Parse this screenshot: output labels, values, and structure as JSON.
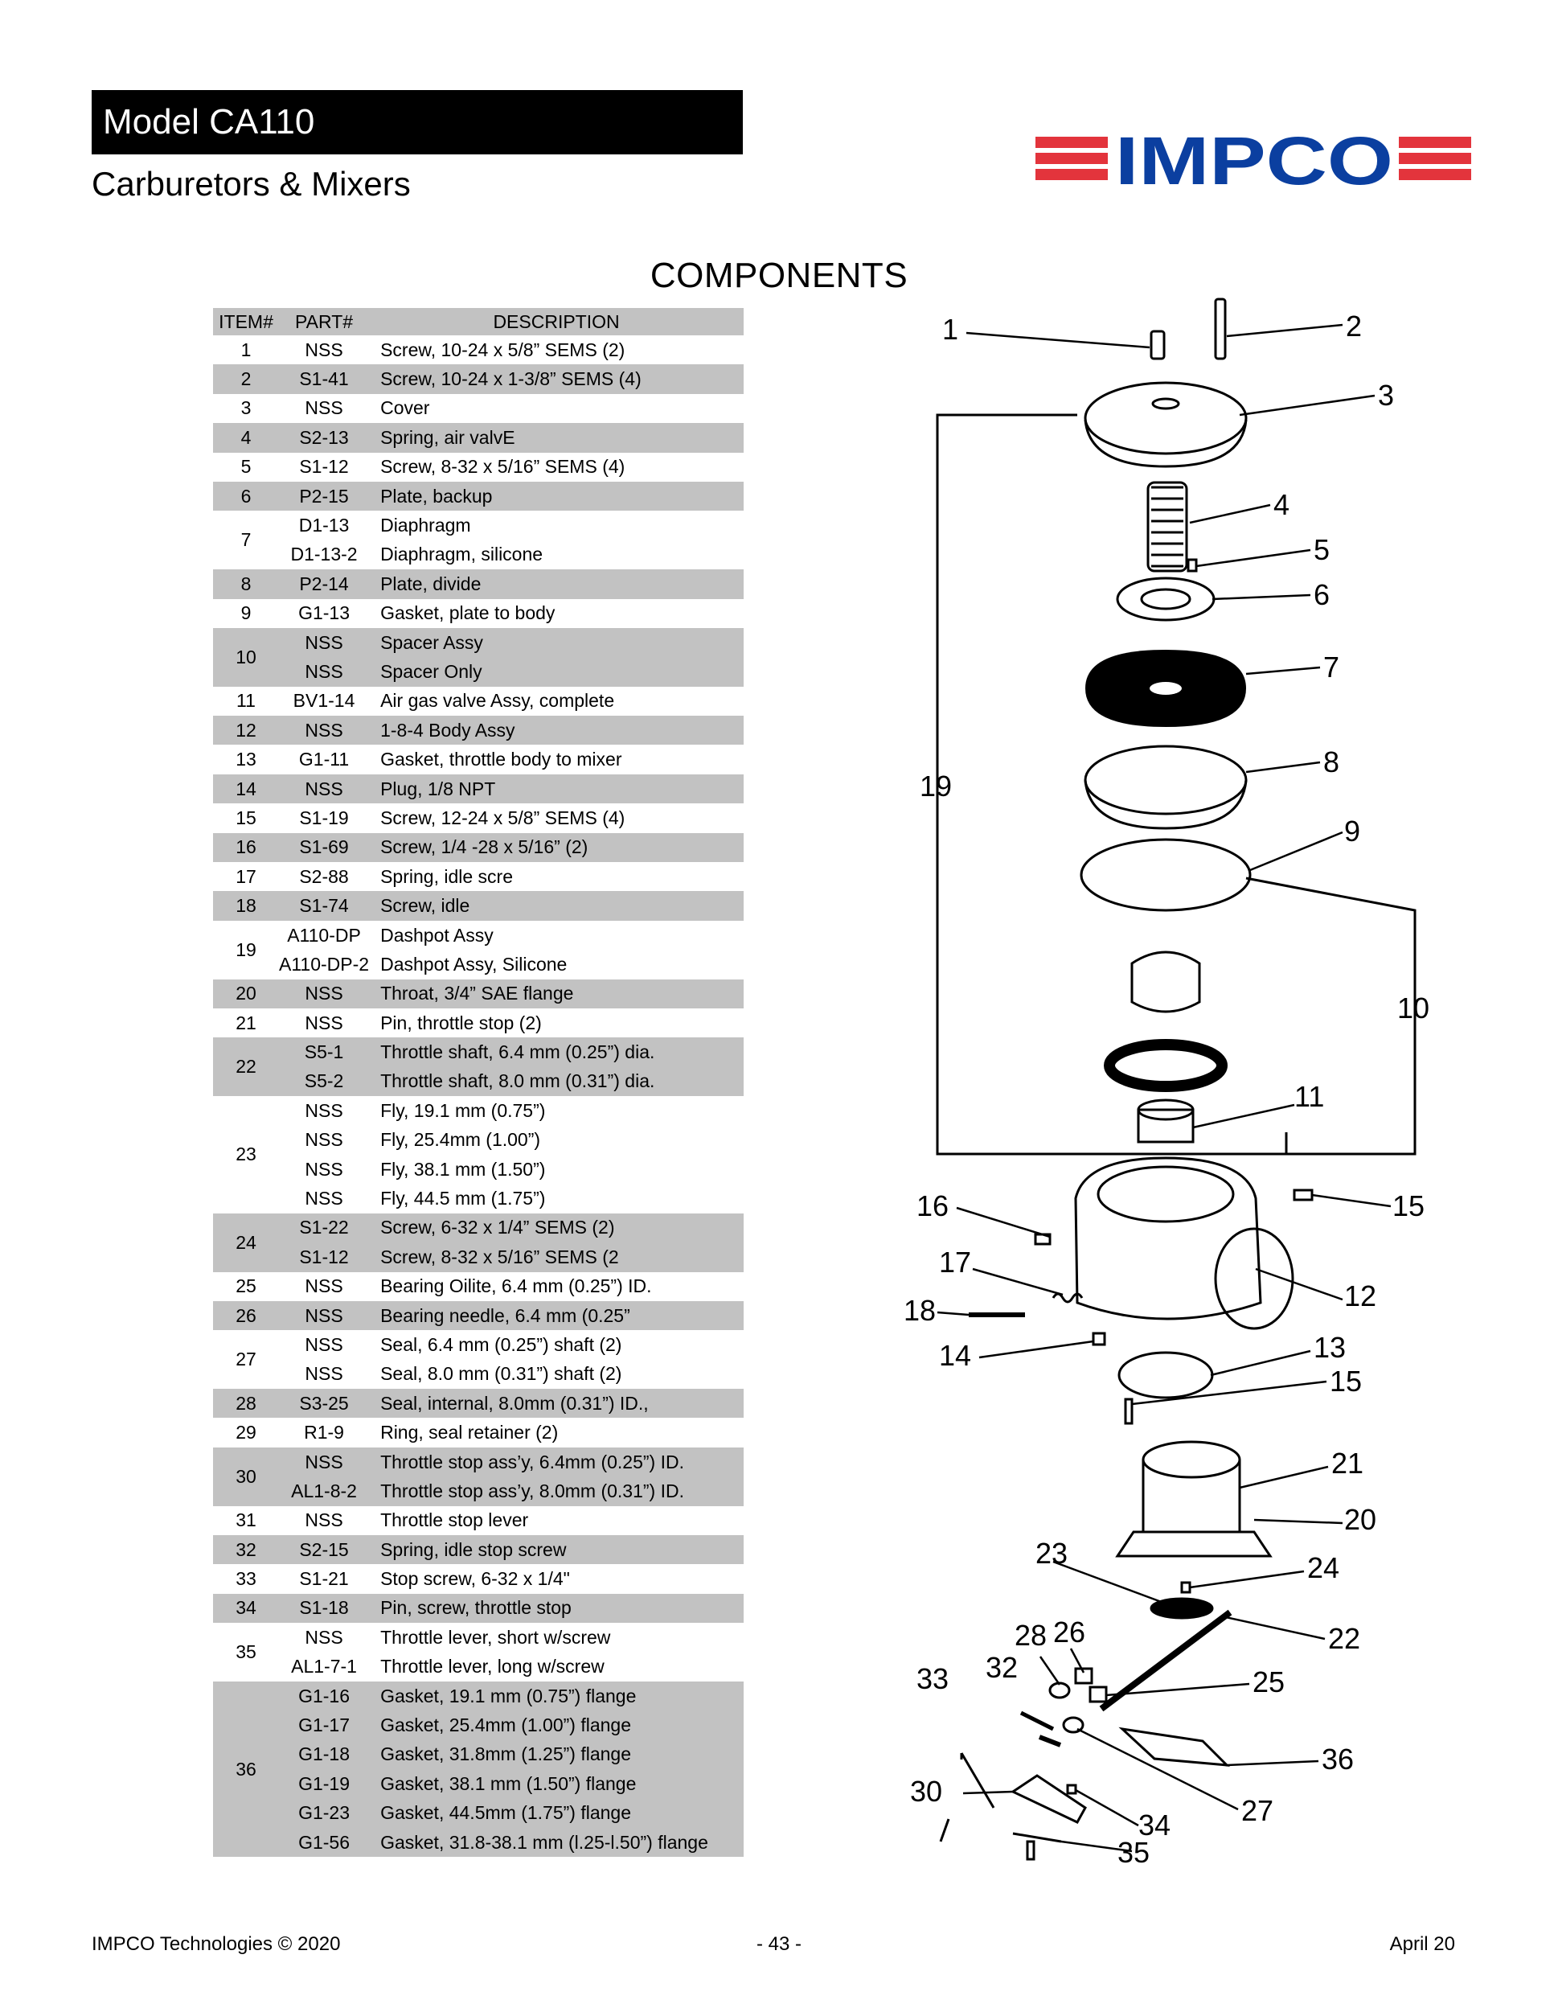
{
  "header": {
    "model": "Model CA110",
    "subtitle": "Carburetors & Mixers",
    "logo_text": "IMPCO",
    "logo_colors": {
      "stripe": "#e3343c",
      "text": "#0b3fa0"
    }
  },
  "section_title": "COMPONENTS",
  "table": {
    "headers": [
      "ITEM#",
      "PART#",
      "DESCRIPTION"
    ],
    "groups": [
      {
        "item": "1",
        "rows": [
          [
            "NSS",
            "Screw, 10-24 x 5/8” SEMS (2)"
          ]
        ]
      },
      {
        "item": "2",
        "rows": [
          [
            "S1-41",
            "Screw, 10-24 x 1-3/8” SEMS (4)"
          ]
        ]
      },
      {
        "item": "3",
        "rows": [
          [
            "NSS",
            "Cover"
          ]
        ]
      },
      {
        "item": "4",
        "rows": [
          [
            "S2-13",
            "Spring, air valvE"
          ]
        ]
      },
      {
        "item": "5",
        "rows": [
          [
            "S1-12",
            "Screw, 8-32 x 5/16” SEMS (4)"
          ]
        ]
      },
      {
        "item": "6",
        "rows": [
          [
            "P2-15",
            "Plate, backup"
          ]
        ]
      },
      {
        "item": "7",
        "rows": [
          [
            "D1-13",
            "Diaphragm"
          ],
          [
            "D1-13-2",
            "Diaphragm, silicone"
          ]
        ]
      },
      {
        "item": "8",
        "rows": [
          [
            "P2-14",
            "Plate, divide"
          ]
        ]
      },
      {
        "item": "9",
        "rows": [
          [
            "G1-13",
            "Gasket, plate to body"
          ]
        ]
      },
      {
        "item": "10",
        "rows": [
          [
            "NSS",
            "Spacer Assy"
          ],
          [
            "NSS",
            "Spacer Only"
          ]
        ]
      },
      {
        "item": "11",
        "rows": [
          [
            "BV1-14",
            "Air gas valve Assy, complete"
          ]
        ]
      },
      {
        "item": "12",
        "rows": [
          [
            "NSS",
            "1-8-4 Body Assy"
          ]
        ]
      },
      {
        "item": "13",
        "rows": [
          [
            "G1-11",
            "Gasket, throttle body to mixer"
          ]
        ]
      },
      {
        "item": "14",
        "rows": [
          [
            "NSS",
            "Plug, 1/8 NPT"
          ]
        ]
      },
      {
        "item": "15",
        "rows": [
          [
            "S1-19",
            "Screw, 12-24 x 5/8” SEMS (4)"
          ]
        ]
      },
      {
        "item": "16",
        "rows": [
          [
            "S1-69",
            "Screw, 1/4 -28 x 5/16” (2)"
          ]
        ]
      },
      {
        "item": "17",
        "rows": [
          [
            "S2-88",
            "Spring, idle scre"
          ]
        ]
      },
      {
        "item": "18",
        "rows": [
          [
            "S1-74",
            "Screw, idle"
          ]
        ]
      },
      {
        "item": "19",
        "rows": [
          [
            "A110-DP",
            "Dashpot Assy"
          ],
          [
            "A110-DP-2",
            "Dashpot Assy, Silicone"
          ]
        ]
      },
      {
        "item": "20",
        "rows": [
          [
            "NSS",
            "Throat, 3/4” SAE flange"
          ]
        ]
      },
      {
        "item": "21",
        "rows": [
          [
            "NSS",
            "Pin, throttle stop (2)"
          ]
        ]
      },
      {
        "item": "22",
        "rows": [
          [
            "S5-1",
            "Throttle shaft, 6.4 mm (0.25”) dia."
          ],
          [
            "S5-2",
            "Throttle shaft, 8.0 mm (0.31”) dia."
          ]
        ]
      },
      {
        "item": "23",
        "rows": [
          [
            "NSS",
            "Fly, 19.1 mm (0.75”)"
          ],
          [
            "NSS",
            "Fly, 25.4mm (1.00”)"
          ],
          [
            "NSS",
            "Fly, 38.1 mm (1.50”)"
          ],
          [
            "NSS",
            "Fly, 44.5 mm (1.75”)"
          ]
        ]
      },
      {
        "item": "24",
        "rows": [
          [
            "S1-22",
            "Screw, 6-32 x 1/4” SEMS (2)"
          ],
          [
            "S1-12",
            "Screw, 8-32 x 5/16” SEMS (2"
          ]
        ]
      },
      {
        "item": "25",
        "rows": [
          [
            "NSS",
            "Bearing Oilite, 6.4 mm (0.25”) ID."
          ]
        ]
      },
      {
        "item": "26",
        "rows": [
          [
            "NSS",
            "Bearing needle, 6.4 mm (0.25”"
          ]
        ]
      },
      {
        "item": "27",
        "rows": [
          [
            "NSS",
            "Seal, 6.4 mm (0.25”) shaft (2)"
          ],
          [
            "NSS",
            "Seal, 8.0 mm (0.31”) shaft (2)"
          ]
        ]
      },
      {
        "item": "28",
        "rows": [
          [
            "S3-25",
            "Seal, internal, 8.0mm (0.31”) ID.,"
          ]
        ]
      },
      {
        "item": "29",
        "rows": [
          [
            "R1-9",
            "Ring, seal retainer (2)"
          ]
        ]
      },
      {
        "item": "30",
        "rows": [
          [
            "NSS",
            "Throttle stop ass’y, 6.4mm (0.25”) ID."
          ],
          [
            "AL1-8-2",
            "Throttle stop ass’y, 8.0mm (0.31”) ID."
          ]
        ]
      },
      {
        "item": "31",
        "rows": [
          [
            "NSS",
            "Throttle stop lever"
          ]
        ]
      },
      {
        "item": "32",
        "rows": [
          [
            "S2-15",
            "Spring, idle stop screw"
          ]
        ]
      },
      {
        "item": "33",
        "rows": [
          [
            "S1-21",
            "Stop screw, 6-32 x 1/4\""
          ]
        ]
      },
      {
        "item": "34",
        "rows": [
          [
            "S1-18",
            "Pin, screw, throttle stop"
          ]
        ]
      },
      {
        "item": "35",
        "rows": [
          [
            "NSS",
            "Throttle lever, short w/screw"
          ],
          [
            "AL1-7-1",
            "Throttle lever, long w/screw"
          ]
        ]
      },
      {
        "item": "36",
        "rows": [
          [
            "G1-16",
            "Gasket, 19.1 mm (0.75”) flange"
          ],
          [
            "G1-17",
            "Gasket, 25.4mm (1.00”) flange"
          ],
          [
            "G1-18",
            "Gasket, 31.8mm (1.25”) flange"
          ],
          [
            "G1-19",
            "Gasket, 38.1 mm (1.50”) flange"
          ],
          [
            "G1-23",
            "Gasket, 44.5mm (1.75”) flange"
          ],
          [
            "G1-56",
            "Gasket, 31.8-38.1 mm (l.25-l.50”) flange"
          ]
        ]
      }
    ]
  },
  "diagram": {
    "callouts": [
      "1",
      "2",
      "3",
      "4",
      "5",
      "6",
      "7",
      "8",
      "9",
      "10",
      "11",
      "12",
      "13",
      "14",
      "15",
      "15",
      "16",
      "17",
      "18",
      "19",
      "20",
      "21",
      "22",
      "23",
      "24",
      "25",
      "26",
      "27",
      "28",
      "30",
      "32",
      "33",
      "34",
      "35",
      "36"
    ]
  },
  "footer": {
    "left": "IMPCO Technologies © 2020",
    "center": "- 43 -",
    "right": "April 20"
  }
}
